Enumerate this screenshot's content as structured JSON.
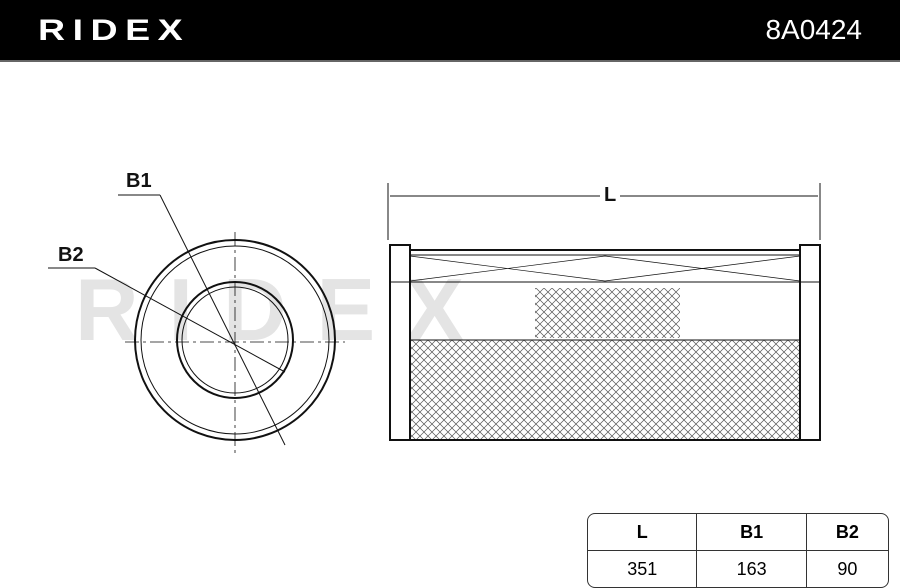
{
  "header": {
    "brand": "RIDEX",
    "part_number": "8A0424"
  },
  "watermark": "RIDEX",
  "labels": {
    "b1": "B1",
    "b2": "B2",
    "l": "L"
  },
  "table": {
    "headers": [
      "L",
      "B1",
      "B2"
    ],
    "values": [
      "351",
      "163",
      "90"
    ]
  }
}
